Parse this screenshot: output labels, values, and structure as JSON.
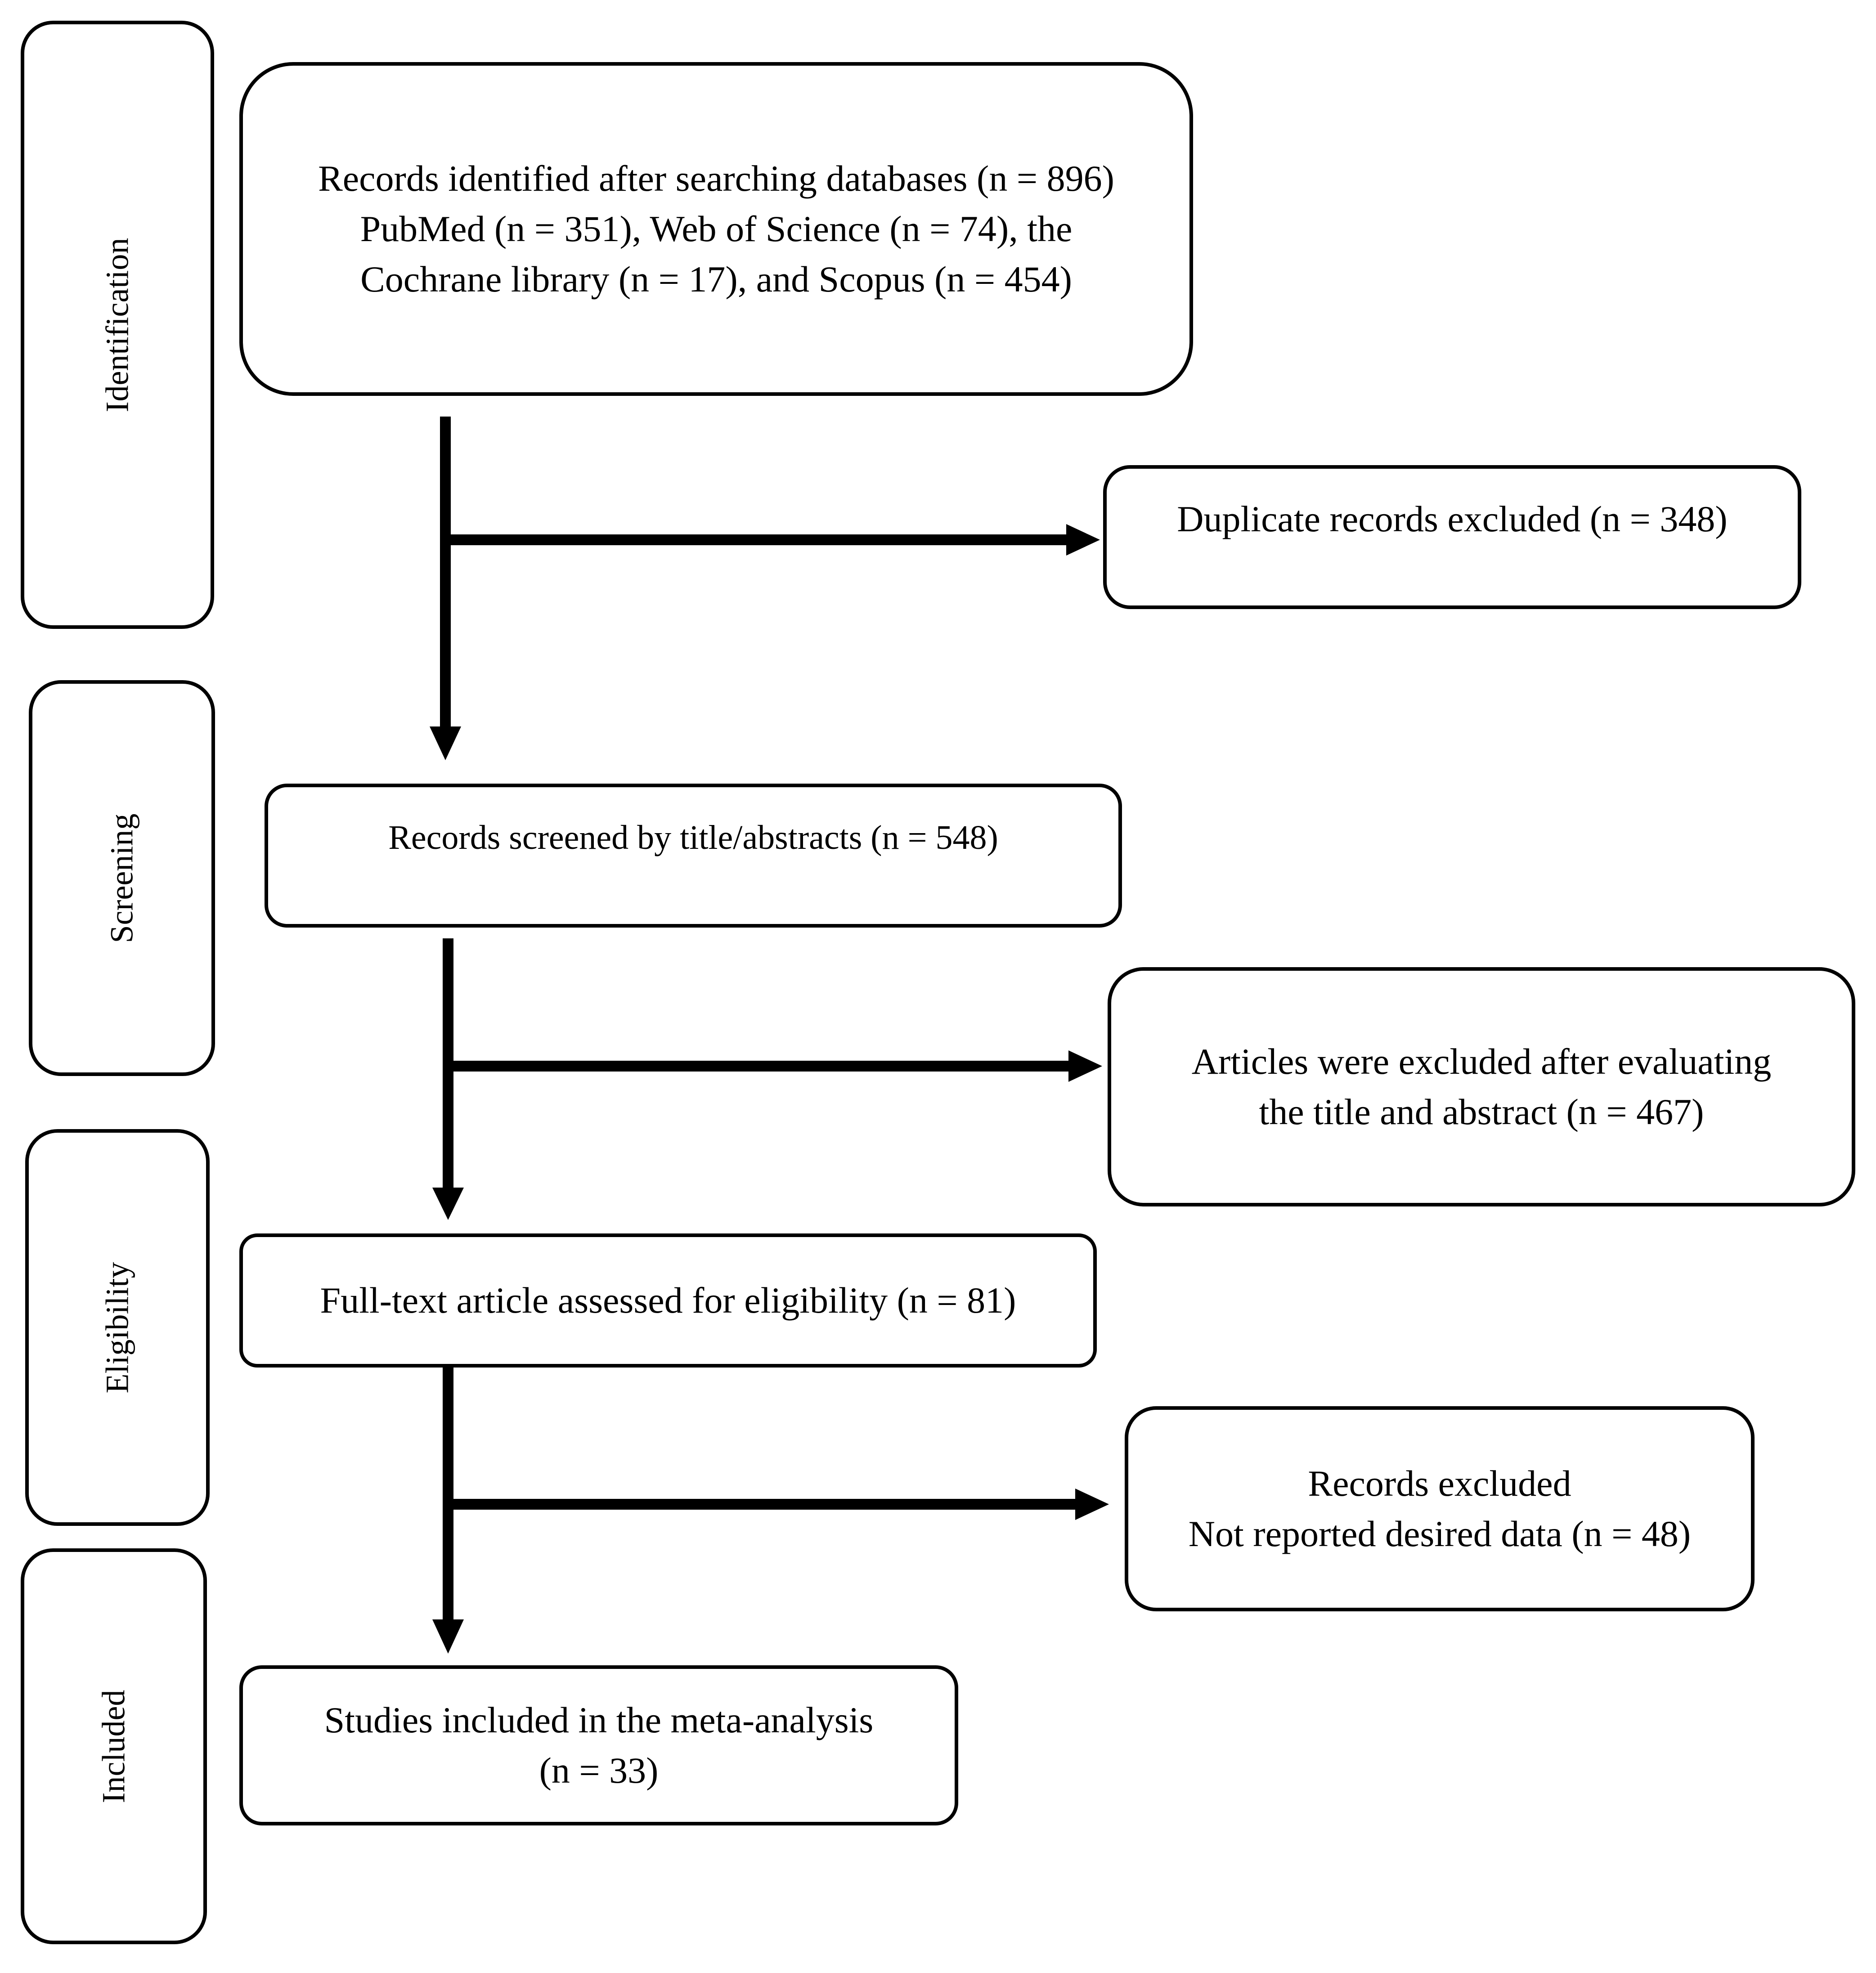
{
  "stages": {
    "identification": "Identification",
    "screening": "Screening",
    "eligibility": "Eligibility",
    "included": "Included"
  },
  "nodes": {
    "records_identified": {
      "lines": [
        "Records identified after searching databases (n = 896)",
        "PubMed (n = 351), Web of Science (n = 74), the",
        "Cochrane library (n = 17), and Scopus (n = 454)"
      ]
    },
    "duplicates_excluded": {
      "lines": [
        "Duplicate records excluded (n = 348)"
      ]
    },
    "records_screened": {
      "lines": [
        "Records screened by title/abstracts (n = 548)"
      ]
    },
    "articles_excluded": {
      "lines": [
        "Articles were excluded after evaluating",
        "the title and abstract (n = 467)"
      ]
    },
    "fulltext_assessed": {
      "lines": [
        "Full-text article assessed for eligibility (n = 81)"
      ]
    },
    "records_excluded": {
      "lines": [
        "Records excluded",
        "Not reported desired data (n = 48)"
      ]
    },
    "studies_included": {
      "lines": [
        "Studies included in the meta-analysis",
        "(n = 33)"
      ]
    }
  }
}
